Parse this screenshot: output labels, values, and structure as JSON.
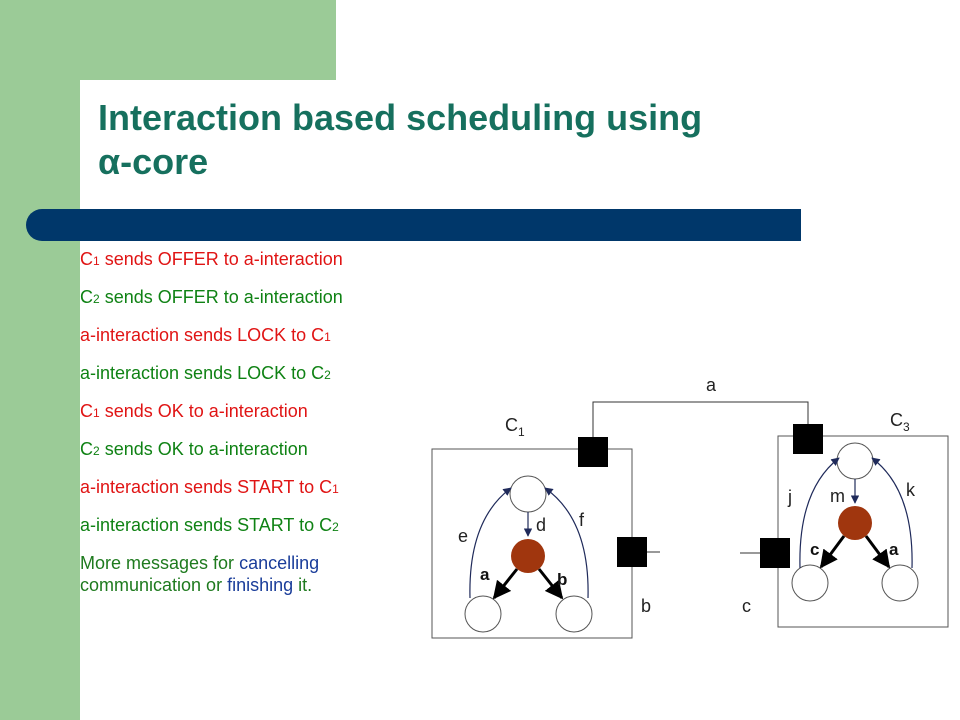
{
  "title": {
    "line1": "Interaction based scheduling using",
    "line2": "α-core"
  },
  "messages": [
    {
      "pre": "C",
      "sub": "1",
      "post": " sends OFFER to a-interaction",
      "color": "red"
    },
    {
      "pre": "C",
      "sub": "2",
      "post": " sends OFFER to a-interaction",
      "color": "green"
    },
    {
      "pre": "a-interaction sends LOCK to C",
      "sub": "1",
      "post": "",
      "color": "red"
    },
    {
      "pre": "a-interaction sends LOCK to C",
      "sub": "2",
      "post": "",
      "color": "green"
    },
    {
      "pre": "C",
      "sub": "1",
      "post": " sends OK to a-interaction",
      "color": "red"
    },
    {
      "pre": "C",
      "sub": "2",
      "post": " sends OK to a-interaction",
      "color": "green"
    },
    {
      "pre": "a-interaction sends START to C",
      "sub": "1",
      "post": "",
      "color": "red"
    },
    {
      "pre": "a-interaction sends START to C",
      "sub": "2",
      "post": "",
      "color": "green"
    }
  ],
  "last_message": {
    "part1": "More messages for ",
    "cancel": "cancelling",
    "part2": "communication or ",
    "finish": "finishing",
    "part3": " it."
  },
  "diagram": {
    "interaction_a": "a",
    "comp1": {
      "main": "C",
      "sub": "1"
    },
    "comp3": {
      "main": "C",
      "sub": "3"
    },
    "port_b": "b",
    "port_c": "c",
    "c1_labels": {
      "e": "e",
      "d": "d",
      "f": "f",
      "a": "a",
      "b": "b"
    },
    "c3_labels": {
      "j": "j",
      "m": "m",
      "k": "k",
      "c": "c",
      "a": "a"
    }
  },
  "colors": {
    "green": "#9bcb97",
    "title": "#16705e",
    "band": "#00376a",
    "red": "#e01414",
    "green_text": "#0f8214",
    "blue_text": "#1a3d9a",
    "node": "#a0360e"
  }
}
